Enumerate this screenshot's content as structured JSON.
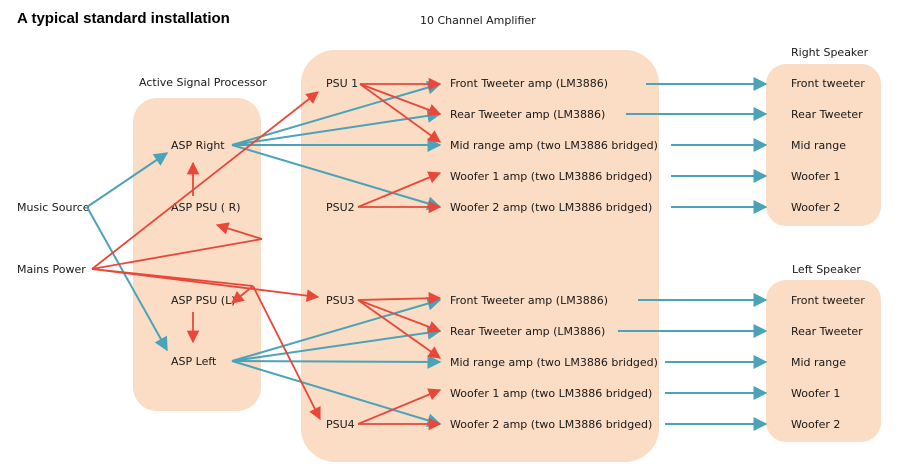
{
  "title": "A typical standard installation",
  "groups": {
    "amplifier": "10 Channel Amplifier",
    "asp": "Active Signal Processor",
    "right_speaker": "Right Speaker",
    "left_speaker": "Left Speaker"
  },
  "sources": {
    "music": "Music Source",
    "mains": "Mains Power"
  },
  "asp": {
    "right": "ASP Right",
    "psu_r": "ASP PSU ( R)",
    "psu_l": "ASP PSU (L)",
    "left": "ASP Left"
  },
  "psus": [
    "PSU 1",
    "PSU2",
    "PSU3",
    "PSU4"
  ],
  "amps_right": [
    "Front Tweeter amp (LM3886)",
    "Rear Tweeter amp (LM3886)",
    "Mid range amp (two LM3886 bridged)",
    "Woofer 1 amp (two LM3886 bridged)",
    "Woofer 2 amp (two LM3886 bridged)"
  ],
  "amps_left": [
    "Front Tweeter amp (LM3886)",
    "Rear Tweeter amp (LM3886)",
    "Mid range amp (two LM3886 bridged)",
    "Woofer 1 amp (two LM3886 bridged)",
    "Woofer 2 amp (two LM3886 bridged)"
  ],
  "speakers_right": [
    "Front tweeter",
    "Rear Tweeter",
    "Mid range",
    "Woofer 1",
    "Woofer 2"
  ],
  "speakers_left": [
    "Front tweeter",
    "Rear Tweeter",
    "Mid range",
    "Woofer 1",
    "Woofer 2"
  ],
  "colors": {
    "box_fill": "#fbdcc4",
    "signal": "#4aa3b8",
    "power": "#e8473a"
  }
}
